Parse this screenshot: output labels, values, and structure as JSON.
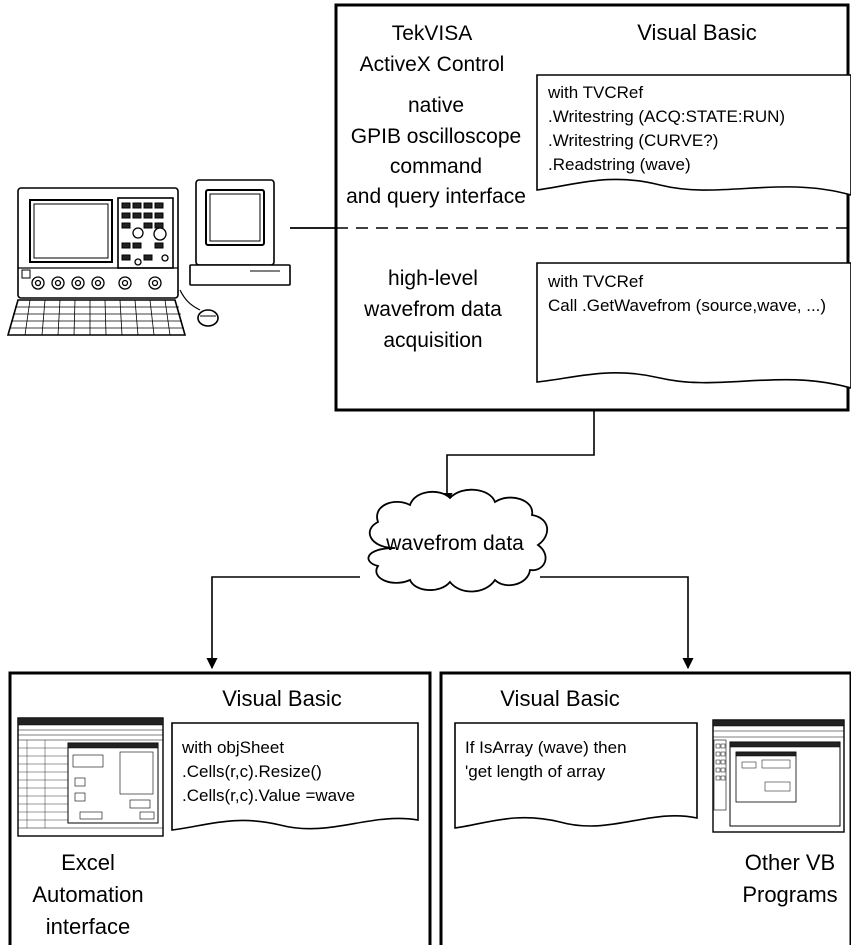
{
  "top_box": {
    "tekvisa": [
      "TekVISA",
      "ActiveX Control"
    ],
    "visual_basic": "Visual Basic",
    "native": [
      "native",
      "GPIB oscilloscope",
      "command",
      "and query interface"
    ],
    "code1": [
      "with TVCRef",
      ".Writestring (ACQ:STATE:RUN)",
      ".Writestring (CURVE?)",
      ".Readstring (wave)"
    ],
    "highlevel": [
      "high-level",
      "wavefrom data",
      "acquisition"
    ],
    "code2": [
      "with TVCRef",
      "Call .GetWavefrom (source,wave, ...)"
    ]
  },
  "cloud": {
    "label": "wavefrom data"
  },
  "bottom_left": {
    "visual_basic": "Visual Basic",
    "code": [
      "with objSheet",
      ".Cells(r,c).Resize()",
      ".Cells(r,c).Value =wave"
    ],
    "caption": [
      "Excel",
      "Automation",
      "interface"
    ]
  },
  "bottom_right": {
    "visual_basic": "Visual Basic",
    "code": [
      "If IsArray (wave) then",
      "'get length of array"
    ],
    "caption": [
      "Other VB",
      "Programs"
    ]
  }
}
